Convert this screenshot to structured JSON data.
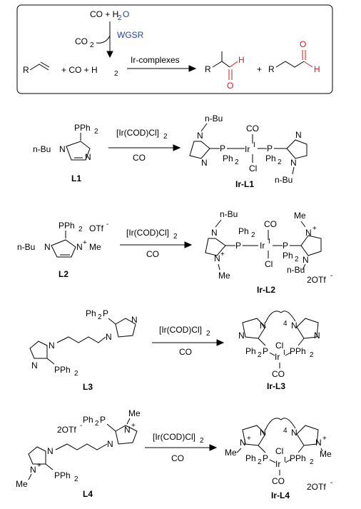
{
  "header_scheme": {
    "co_h2o": "CO + H",
    "h2o_sub": "2",
    "h2o_o": "O",
    "co2": "CO",
    "co2_sub": "2",
    "wgsr": "WGSR",
    "reactant_r": "R",
    "plus_co_h2": "+  CO  +  H",
    "h2_sub": "2",
    "catalyst": "Ir-complexes",
    "prod1_r": "R",
    "prod1_o": "O",
    "prod1_h": "H",
    "plus": "+",
    "prod2_r": "R",
    "prod2_o": "O",
    "prod2_h": "H"
  },
  "reactions": [
    {
      "ligand": "L1",
      "complex": "Ir-L1",
      "reagent": "[Ir(COD)Cl]",
      "reagent_sub": "2",
      "condition": "CO"
    },
    {
      "ligand": "L2",
      "complex": "Ir-L2",
      "reagent": "[Ir(COD)Cl]",
      "reagent_sub": "2",
      "condition": "CO"
    },
    {
      "ligand": "L3",
      "complex": "Ir-L3",
      "reagent": "[Ir(COD)Cl]",
      "reagent_sub": "2",
      "condition": "CO"
    },
    {
      "ligand": "L4",
      "complex": "Ir-L4",
      "reagent": "[Ir(COD)Cl]",
      "reagent_sub": "2",
      "condition": "CO"
    }
  ],
  "atoms": {
    "pph2": "PPh",
    "ph2": "Ph",
    "sub2": "2",
    "ph2p": "Ph",
    "nbu": "n-Bu",
    "n": "N",
    "np": "N",
    "plus_sign": "+",
    "me": "Me",
    "ir": "Ir",
    "ir_sup": "I",
    "co": "CO",
    "cl": "Cl",
    "p": "P",
    "otf": "OTf",
    "otf_sup": "-",
    "two_otf": "2OTf",
    "four": "4"
  }
}
